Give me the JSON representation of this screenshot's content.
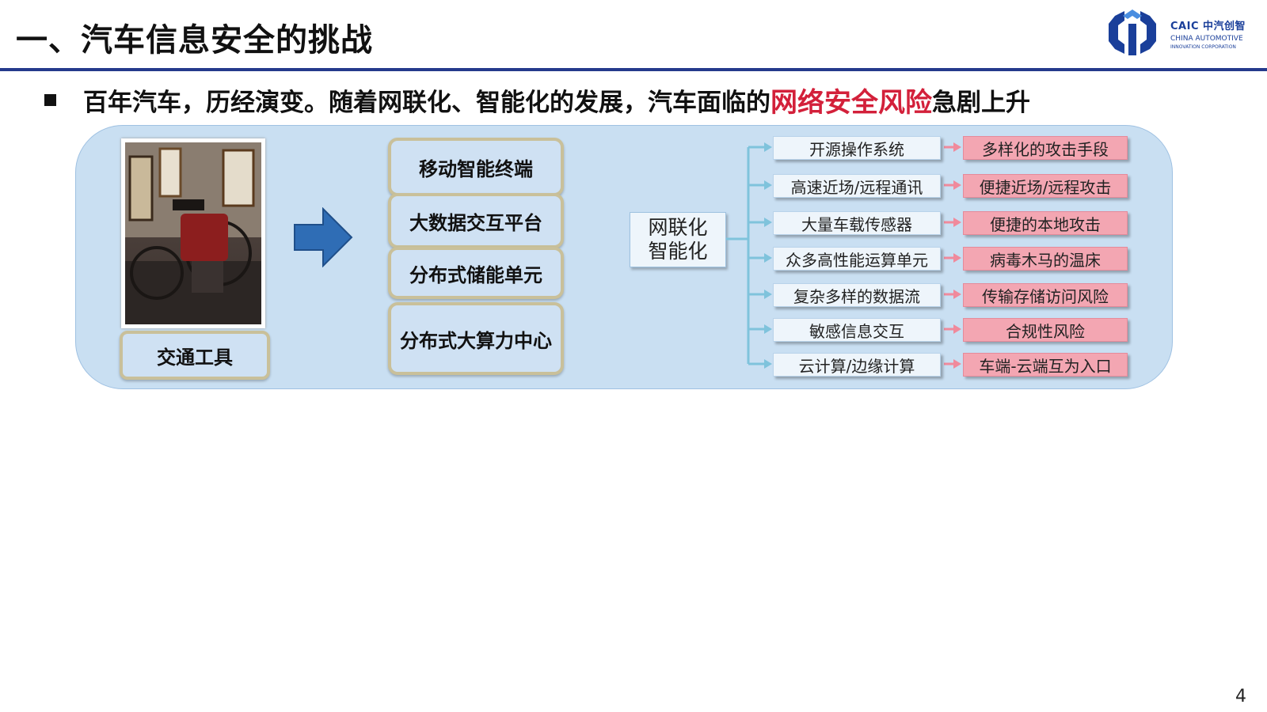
{
  "header": {
    "title": "一、汽车信息安全的挑战",
    "logo_line1": "CAIC 中汽创智",
    "logo_line2": "CHINA AUTOMOTIVE",
    "logo_line3": "INNOVATION CORPORATION",
    "logo_color": "#1a3f9a",
    "rule_color": "#253a8c"
  },
  "bullet": {
    "text_before": "百年汽车，历经演变。随着网联化、智能化的发展，汽车面临的",
    "highlight": "网络安全风险",
    "text_after": "急剧上升",
    "highlight_color": "#d3203a"
  },
  "diagram": {
    "vehicle_caption": "交通工具",
    "tech_boxes": [
      "移动智能终端",
      "大数据交互平台",
      "分布式储能单元",
      "分布式大算力中心"
    ],
    "hub_line1": "网联化",
    "hub_line2": "智能化",
    "features": [
      {
        "feature": "开源操作系统",
        "risk": "多样化的攻击手段"
      },
      {
        "feature": "高速近场/远程通讯",
        "risk": "便捷近场/远程攻击"
      },
      {
        "feature": "大量车载传感器",
        "risk": "便捷的本地攻击"
      },
      {
        "feature": "众多高性能运算单元",
        "risk": "病毒木马的温床"
      },
      {
        "feature": "复杂多样的数据流",
        "risk": "传输存储访问风险"
      },
      {
        "feature": "敏感信息交互",
        "risk": "合规性风险"
      },
      {
        "feature": "云计算/边缘计算",
        "risk": "车端-云端互为入口"
      }
    ],
    "panel_color": "#c9dff2",
    "risk_color": "#f3a6b2",
    "arrow_color": "#2f6db5"
  },
  "page_number": "4"
}
